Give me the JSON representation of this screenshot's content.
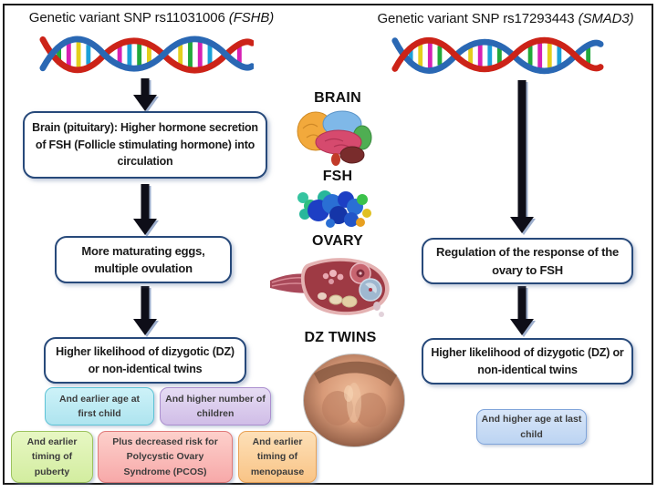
{
  "left_column": {
    "title": "Genetic variant SNP rs11031006",
    "gene": "(FSHB)",
    "flow_boxes": [
      {
        "text": "Brain (pituitary): Higher hormone secretion of FSH (Follicle stimulating hormone) into circulation"
      },
      {
        "text": "More maturating eggs, multiple ovulation"
      },
      {
        "text": "Higher likelihood of dizygotic (DZ) or non-identical twins"
      }
    ],
    "outcome_boxes": [
      {
        "label": "And earlier age at first child",
        "color": "#aee4ef"
      },
      {
        "label": "And higher number of children",
        "color": "#d0bde7"
      },
      {
        "label": "And earlier timing of puberty",
        "color": "#d3eda0"
      },
      {
        "label": "Plus decreased risk for Polycystic Ovary Syndrome (PCOS)",
        "color": "#f7a9a9"
      },
      {
        "label": "And earlier timing of menopause",
        "color": "#f9c486"
      }
    ]
  },
  "right_column": {
    "title": "Genetic variant SNP rs17293443",
    "gene": "(SMAD3)",
    "flow_boxes": [
      {
        "text": "Regulation of the response of the ovary to FSH"
      },
      {
        "text": "Higher likelihood of dizygotic (DZ) or non-identical twins"
      }
    ],
    "outcome_boxes": [
      {
        "label": "And higher age at last child",
        "color": "#bcd4f2"
      }
    ]
  },
  "middle_column": {
    "labels": {
      "brain": "BRAIN",
      "fsh": "FSH",
      "ovary": "OVARY",
      "dz_twins": "DZ TWINS"
    }
  },
  "palette": {
    "flowbox_border": "#27497a",
    "arrow": "#0e0e18",
    "arrow_shadow": "#7d94bc",
    "frame_border": "#1b1b1b",
    "dna_strand_red": "#cc2318",
    "dna_strand_blue": "#2a68b4",
    "dna_rung_magenta": "#d620b4",
    "dna_rung_green": "#22a83a",
    "dna_rung_yellow": "#e3cf1c",
    "dna_rung_cyan": "#1ba0d8"
  }
}
